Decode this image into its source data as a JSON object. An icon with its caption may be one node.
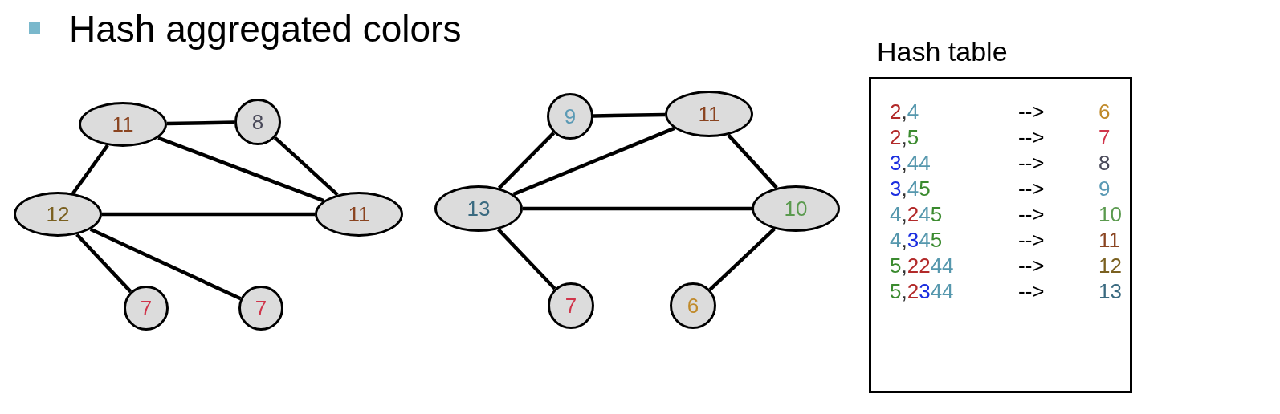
{
  "diagram": {
    "title": "Hash aggregated colors",
    "nodes": [
      {
        "text": [
          "11"
        ]
      },
      {
        "text": [
          "8"
        ]
      },
      {
        "text": [
          "12"
        ]
      },
      {
        "text": [
          "11"
        ]
      },
      {
        "text": [
          "7"
        ]
      },
      {
        "text": [
          "7"
        ]
      },
      {
        "text": [
          "9"
        ]
      },
      {
        "text": [
          "11"
        ]
      },
      {
        "text": [
          "13"
        ]
      },
      {
        "text": [
          "10"
        ]
      },
      {
        "text": [
          "7"
        ]
      },
      {
        "text": [
          "6"
        ]
      },
      {
        "text": [
          "Hash table"
        ]
      }
    ],
    "edges": [
      {
        "from": 0,
        "to": 1,
        "arrow": "none"
      },
      {
        "from": 0,
        "to": 2,
        "arrow": "none"
      },
      {
        "from": 0,
        "to": 3,
        "arrow": "none"
      },
      {
        "from": 1,
        "to": 3,
        "arrow": "none"
      },
      {
        "from": 2,
        "to": 3,
        "arrow": "none"
      },
      {
        "from": 2,
        "to": 4,
        "arrow": "none"
      },
      {
        "from": 2,
        "to": 5,
        "arrow": "none"
      },
      {
        "from": 6,
        "to": 7,
        "arrow": "none"
      },
      {
        "from": 6,
        "to": 8,
        "arrow": "none"
      },
      {
        "from": 7,
        "to": 8,
        "arrow": "none"
      },
      {
        "from": 7,
        "to": 9,
        "arrow": "none"
      },
      {
        "from": 8,
        "to": 9,
        "arrow": "none"
      },
      {
        "from": 8,
        "to": 10,
        "arrow": "none"
      },
      {
        "from": 9,
        "to": 11,
        "arrow": "none"
      }
    ],
    "labels": [
      "2,4",
      "-->",
      "6",
      "2,5",
      "-->",
      "7",
      "3,44",
      "-->",
      "8",
      "3,45",
      "-->",
      "9",
      "4,245",
      "-->",
      "10",
      "4,345",
      "-->",
      "11",
      "5,2244",
      "-->",
      "12",
      "5,2344",
      "-->",
      "13"
    ]
  }
}
